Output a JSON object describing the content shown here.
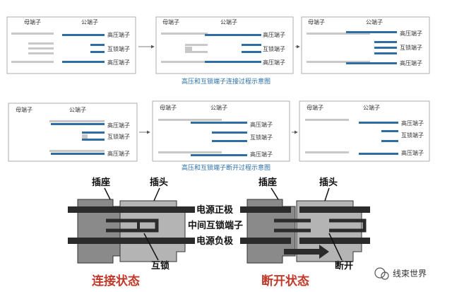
{
  "colors": {
    "blue_pin": "#2f6ea4",
    "gray_pin": "#c8c8c8",
    "box_border": "#9a9a9a",
    "caption_blue": "#2a6fa8",
    "state_red": "#c0392b",
    "housing_gray": "#8a8a8a",
    "pin_dark": "#2b2b2b"
  },
  "labels": {
    "female": "母端子",
    "male": "公端子",
    "high_voltage": "高压端子",
    "interlock": "互锁端子"
  },
  "captions": {
    "connect_process": "高压和互锁端子连接过程示意图",
    "disconnect_process": "高压和互锁端子断开过程示意图"
  },
  "bottom": {
    "socket": "插座",
    "plug": "插头",
    "power_pos": "电源正极",
    "middle_interlock": "中间互锁端子",
    "power_neg": "电源负极",
    "interlock": "互锁",
    "disconnect": "断开",
    "connected_state": "连接状态",
    "disconnected_state": "断开状态"
  },
  "watermark": "线束世界"
}
